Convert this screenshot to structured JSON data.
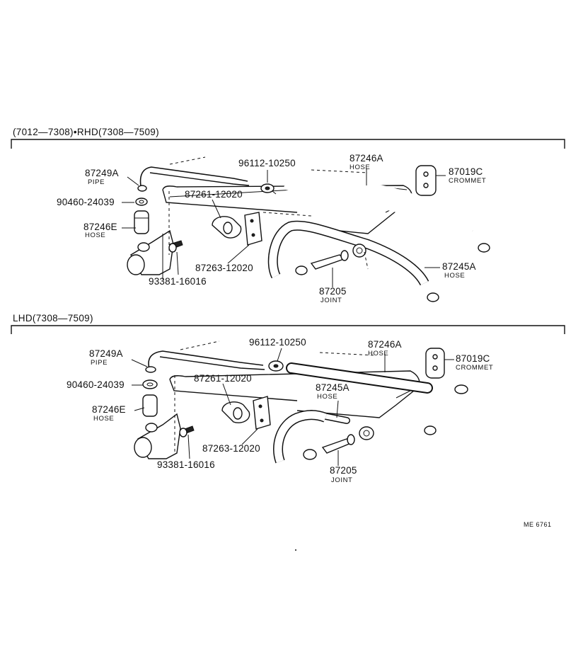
{
  "diagram": {
    "sections": [
      {
        "heading": "(7012—7308)•RHD(7308—7509)",
        "labels": {
          "p87249a": "87249A",
          "p87249a_sub": "PIPE",
          "p90460": "90460-24039",
          "p87246e": "87246E",
          "p87246e_sub": "HOSE",
          "p93381": "93381-16016",
          "p96112": "96112-10250",
          "p87261": "87261-12020",
          "p87263": "87263-12020",
          "p87246a": "87246A",
          "p87246a_sub": "HOSE",
          "p87019c": "87019C",
          "p87019c_sub": "CROMMET",
          "p87245a": "87245A",
          "p87245a_sub": "HOSE",
          "p87205": "87205",
          "p87205_sub": "JOINT"
        }
      },
      {
        "heading": "LHD(7308—7509)",
        "labels": {
          "p87249a": "87249A",
          "p87249a_sub": "PIPE",
          "p90460": "90460-24039",
          "p87246e": "87246E",
          "p87246e_sub": "HOSE",
          "p93381": "93381-16016",
          "p96112": "96112-10250",
          "p87261": "87261-12020",
          "p87263": "87263-12020",
          "p87246a": "87246A",
          "p87246a_sub": "HOSE",
          "p87019c": "87019C",
          "p87019c_sub": "CROMMET",
          "p87245a": "87245A",
          "p87245a_sub": "HOSE",
          "p87205": "87205",
          "p87205_sub": "JOINT"
        }
      }
    ],
    "figure_code": "ME 6761"
  }
}
